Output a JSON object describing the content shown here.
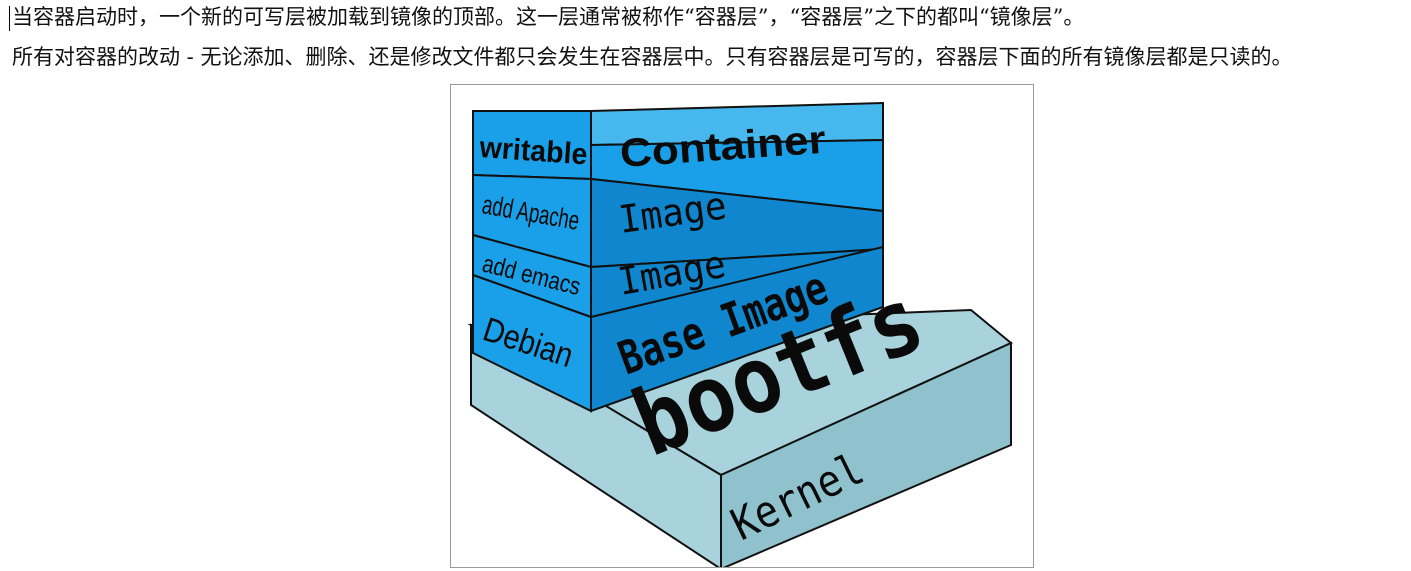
{
  "document": {
    "paragraphs": [
      "当容器启动时，一个新的可写层被加载到镜像的顶部。这一层通常被称作“容器层”，“容器层”之下的都叫“镜像层”。",
      "所有对容器的改动 - 无论添加、删除、还是修改文件都只会发生在容器层中。只有容器层是可写的，容器层下面的所有镜像层都是只读的。"
    ]
  },
  "diagram": {
    "layers": [
      {
        "tag": "writable",
        "name": "Container"
      },
      {
        "tag": "add Apache",
        "name": "Image"
      },
      {
        "tag": "add emacs",
        "name": "Image"
      },
      {
        "tag": "Debian",
        "name": "Base Image"
      }
    ],
    "bootfs_label": "bootfs",
    "kernel_label": "Kernel",
    "colors": {
      "layer_front": "#1aa0e8",
      "layer_side": "#0f86cd",
      "container_top": "#47b8ee",
      "kernel_face": "#a9d3dc",
      "kernel_side": "#8fc2cd",
      "outline": "#111111"
    }
  }
}
